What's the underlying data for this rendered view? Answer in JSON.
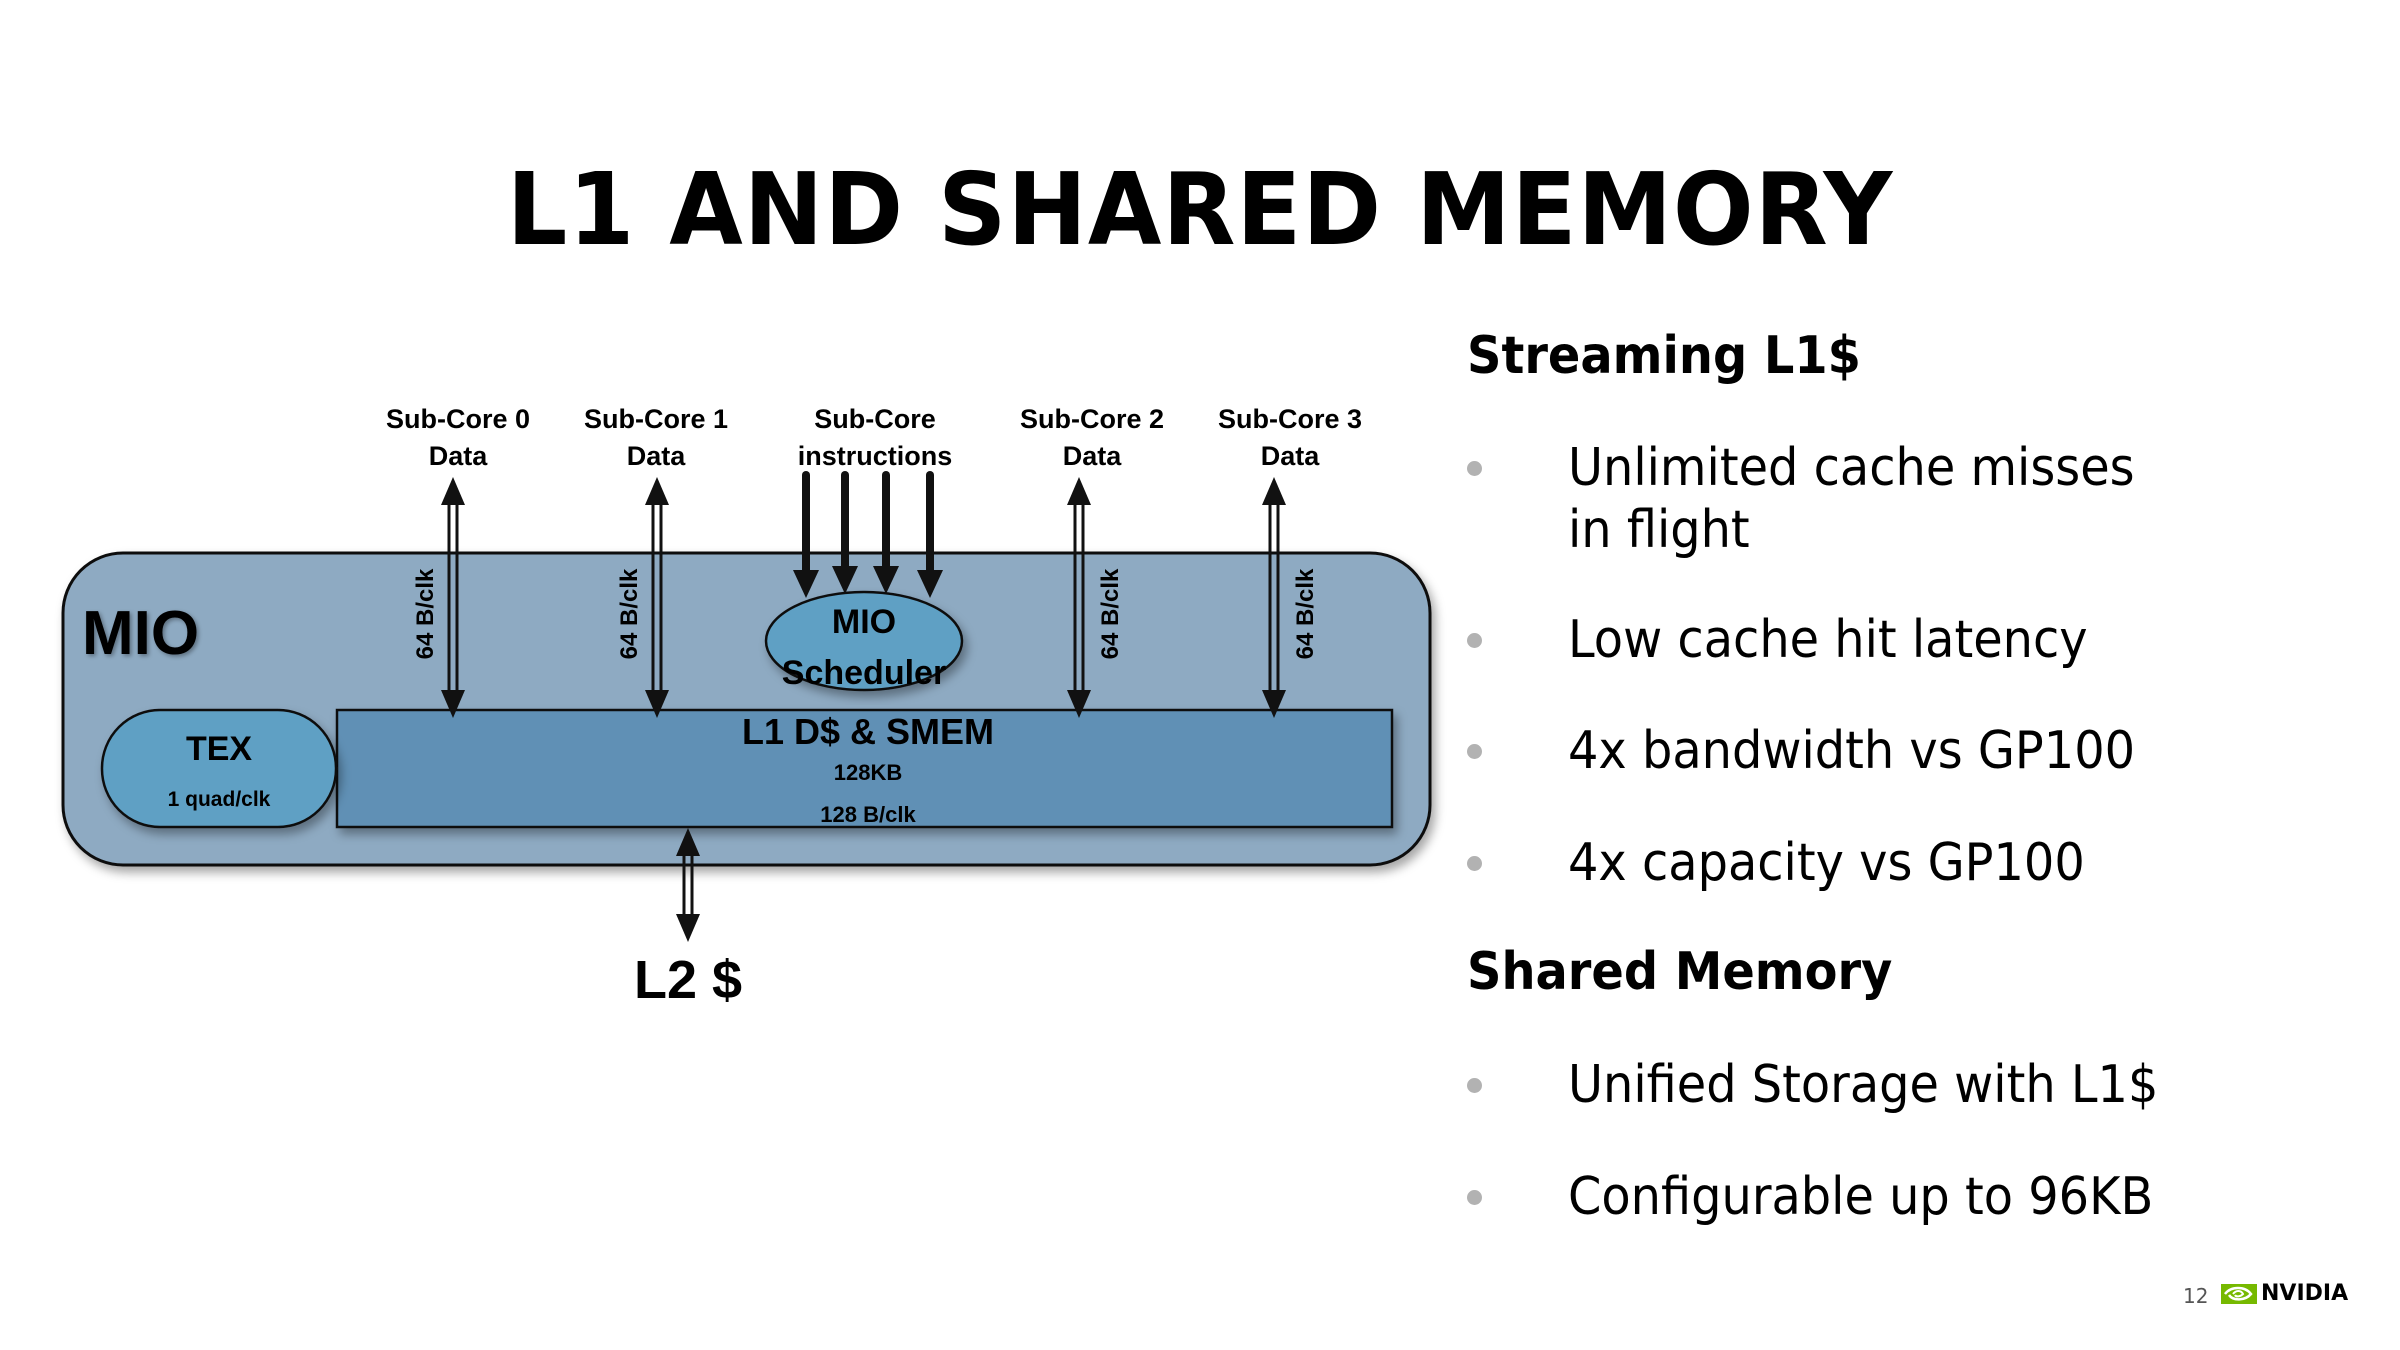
{
  "slide": {
    "title": "L1 AND SHARED MEMORY",
    "page_number": "12",
    "brand": "NVIDIA",
    "brand_mark": "nvidia-eye-icon"
  },
  "diagram": {
    "colors": {
      "mio_fill": "#8eaac2",
      "l1_fill": "#6190b5",
      "tex_fill": "#5ea0c4",
      "scheduler_fill": "#5ea0c4",
      "stroke": "#111111"
    },
    "mio_label": "MIO",
    "tex": {
      "label": "TEX",
      "sub": "1 quad/clk"
    },
    "scheduler": {
      "line1": "MIO",
      "line2": "Scheduler"
    },
    "l1": {
      "label": "L1 D$ & SMEM",
      "size": "128KB",
      "bandwidth": "128 B/clk"
    },
    "l2_label": "L2 $",
    "inputs": [
      {
        "line1": "Sub-Core 0",
        "line2": "Data",
        "bandwidth": "64 B/clk",
        "kind": "bidirectional"
      },
      {
        "line1": "Sub-Core 1",
        "line2": "Data",
        "bandwidth": "64 B/clk",
        "kind": "bidirectional"
      },
      {
        "line1": "Sub-Core",
        "line2": "instructions",
        "kind": "instructions",
        "arrow_count": 4
      },
      {
        "line1": "Sub-Core 2",
        "line2": "Data",
        "bandwidth": "64 B/clk",
        "kind": "bidirectional"
      },
      {
        "line1": "Sub-Core 3",
        "line2": "Data",
        "bandwidth": "64 B/clk",
        "kind": "bidirectional"
      }
    ]
  },
  "content": {
    "sections": [
      {
        "heading": "Streaming L1$",
        "bullets": [
          "Unlimited cache misses\nin flight",
          "Low cache hit latency",
          "4x bandwidth vs GP100",
          "4x capacity vs GP100"
        ]
      },
      {
        "heading": "Shared Memory",
        "bullets": [
          "Unified Storage with L1$",
          "Configurable up to 96KB"
        ]
      }
    ]
  }
}
